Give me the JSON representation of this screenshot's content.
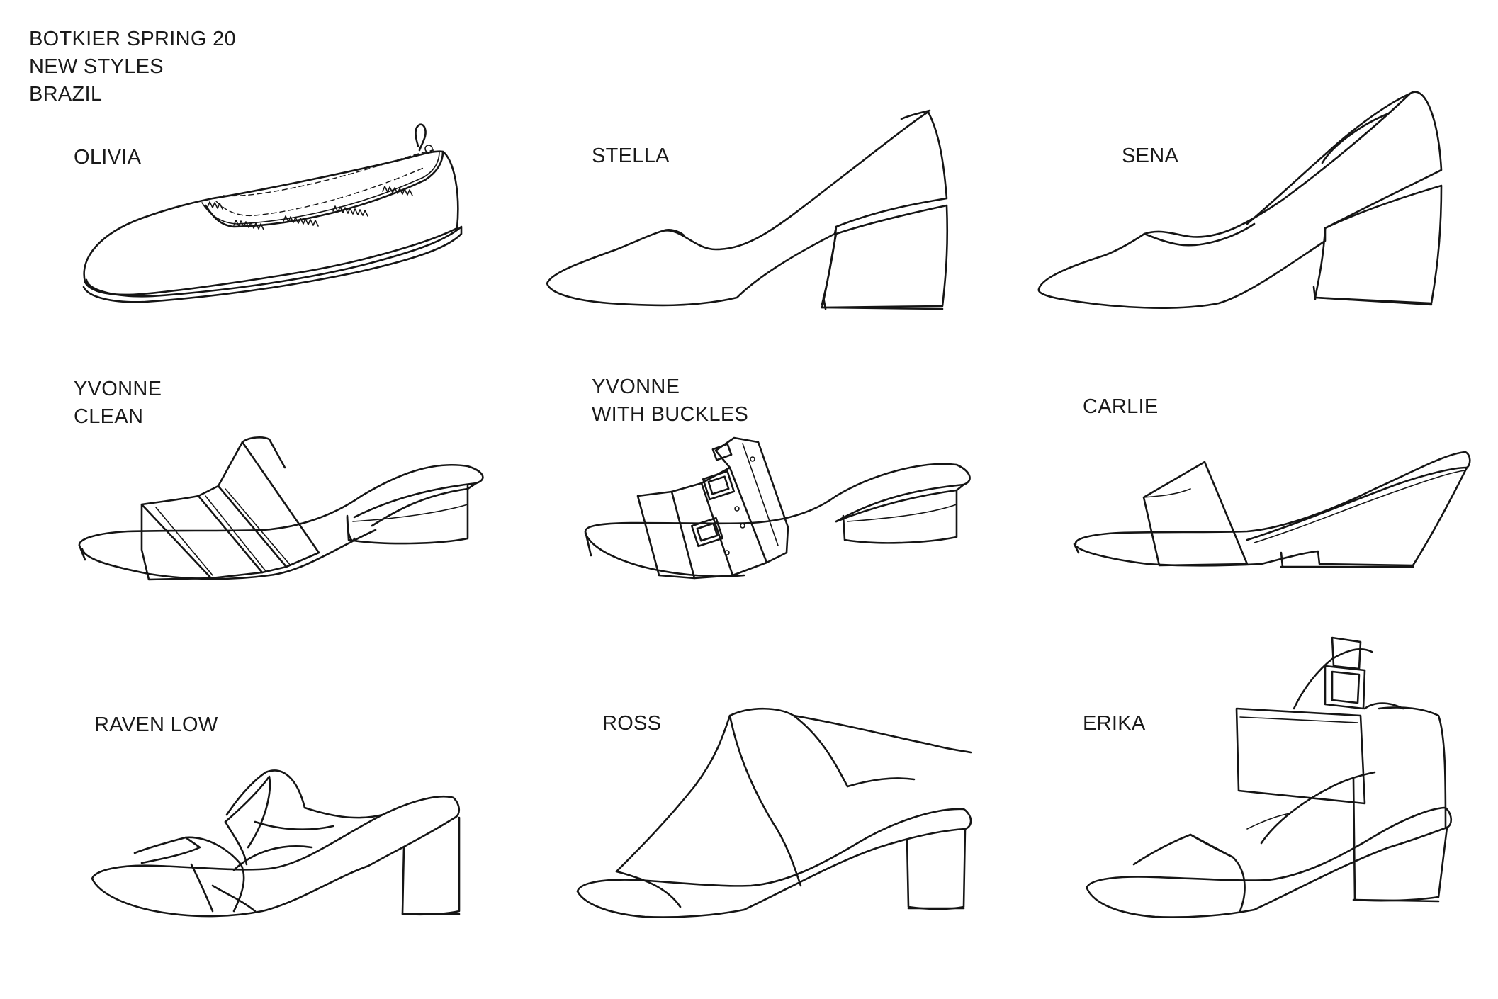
{
  "header": {
    "line1": "BOTKIER SPRING 20",
    "line2": "NEW STYLES",
    "line3": "BRAZIL"
  },
  "styles": [
    {
      "name_line1": "OLIVIA",
      "name_line2": ""
    },
    {
      "name_line1": "STELLA",
      "name_line2": ""
    },
    {
      "name_line1": "SENA",
      "name_line2": ""
    },
    {
      "name_line1": "YVONNE",
      "name_line2": "CLEAN"
    },
    {
      "name_line1": "YVONNE",
      "name_line2": "WITH BUCKLES"
    },
    {
      "name_line1": "CARLIE",
      "name_line2": ""
    },
    {
      "name_line1": "RAVEN LOW",
      "name_line2": ""
    },
    {
      "name_line1": "ROSS",
      "name_line2": ""
    },
    {
      "name_line1": "ERIKA",
      "name_line2": ""
    }
  ],
  "icons": {
    "olivia": "ballet-flat-sketch",
    "stella": "block-heel-pump-sketch",
    "sena": "dorsay-pump-sketch",
    "yvonne_clean": "strappy-mule-sketch",
    "yvonne_buckles": "buckle-mule-sketch",
    "carlie": "wedge-slide-sketch",
    "raven_low": "twist-mule-sketch",
    "ross": "asymmetric-mule-sketch",
    "erika": "ankle-strap-sandal-sketch"
  }
}
